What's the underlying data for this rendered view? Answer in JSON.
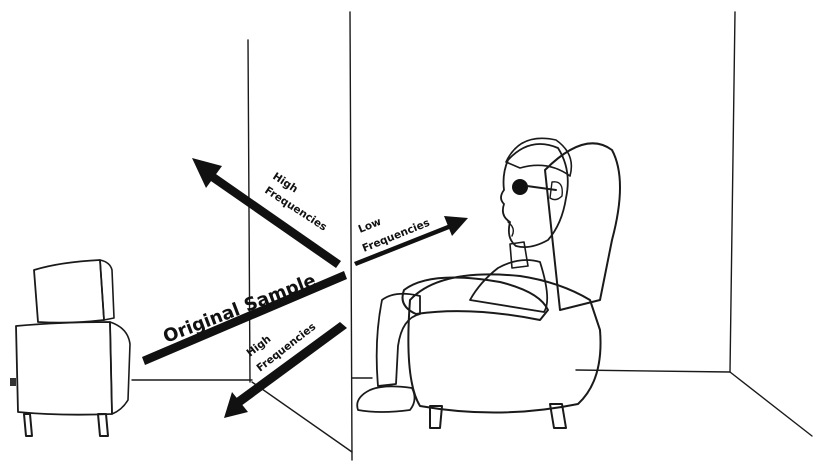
{
  "labels": {
    "original_sample": "Original Sample",
    "high_top_1": "High",
    "high_top_2": "Frequencies",
    "low_1": "Low",
    "low_2": "Frequencies",
    "high_bottom_1": "High",
    "high_bottom_2": "Frequencies"
  },
  "colors": {
    "ink": "#111111",
    "chair_shade": "#d8d8d8",
    "box_shade": "#e6e6e6",
    "background": "#ffffff"
  }
}
